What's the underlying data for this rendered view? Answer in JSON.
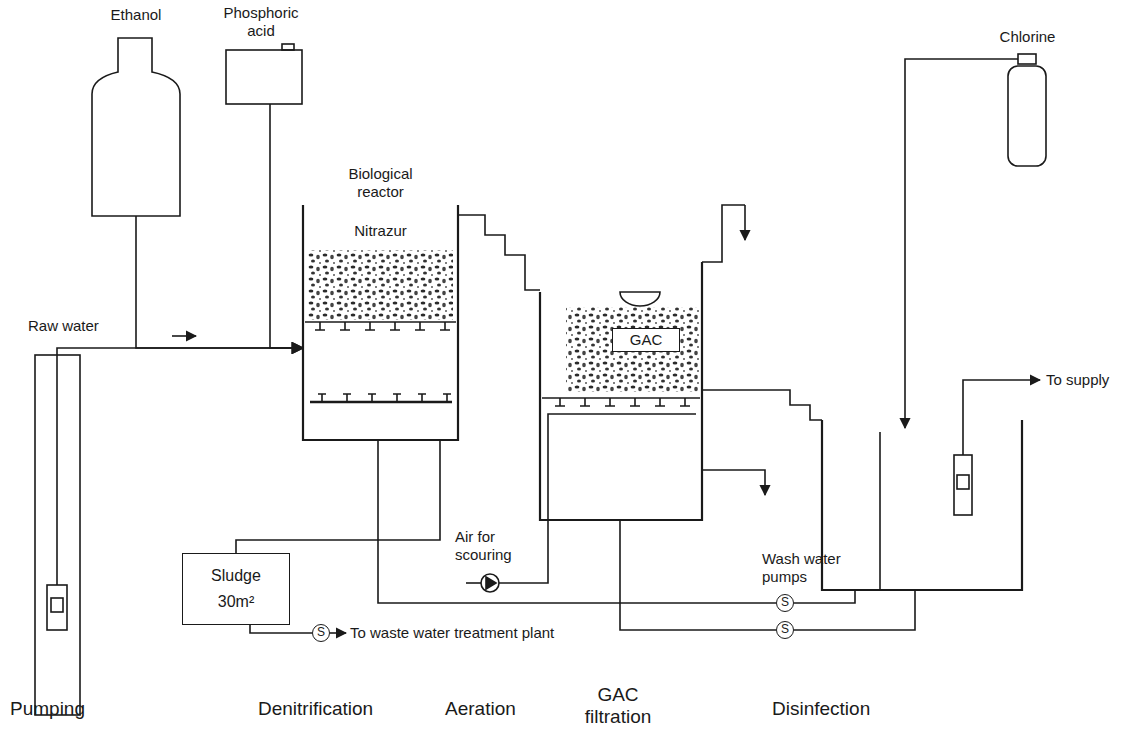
{
  "diagram": {
    "nodes": [
      {
        "text": [
          "Ethanol"
        ]
      },
      {
        "text": [
          "Phosphoric acid"
        ]
      },
      {
        "text": [
          "Biological reactor",
          "Nitrazur"
        ]
      },
      {
        "text": [
          "GAC"
        ]
      },
      {
        "text": [
          "Chlorine"
        ]
      },
      {
        "text": [
          "Sludge",
          "30m²"
        ]
      },
      {
        "text": [
          "S"
        ]
      },
      {
        "text": [
          "S"
        ]
      },
      {
        "text": [
          "S"
        ]
      }
    ],
    "edges": [
      {
        "from": 0,
        "to": 2,
        "arrow": "to"
      },
      {
        "from": 1,
        "to": 2,
        "arrow": "to"
      },
      {
        "from": 2,
        "to": 3,
        "arrow": "none"
      },
      {
        "from": 2,
        "to": 5,
        "arrow": "none"
      },
      {
        "from": 5,
        "to": 6,
        "arrow": "none"
      },
      {
        "from": 7,
        "to": 2,
        "arrow": "none"
      },
      {
        "from": 8,
        "to": 3,
        "arrow": "none"
      }
    ],
    "labels": [
      "Raw water",
      "Air for scouring",
      "Wash water pumps",
      "To waste water treatment plant",
      "To supply",
      "Pumping",
      "Denitrification",
      "Aeration",
      "GAC filtration",
      "Disinfection"
    ]
  }
}
